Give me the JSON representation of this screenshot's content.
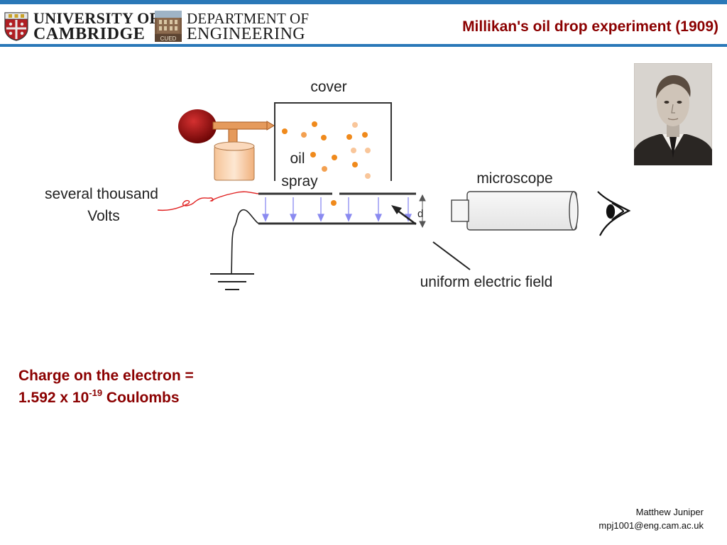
{
  "header": {
    "university_line1": "UNIVERSITY OF",
    "university_line2": "CAMBRIDGE",
    "department_line1": "DEPARTMENT OF",
    "department_line2": "ENGINEERING",
    "crest_text": "CUED",
    "title": "Millikan's oil drop experiment (1909)"
  },
  "diagram": {
    "cover_label": "cover",
    "oil_label": "oil",
    "spray_label": "spray",
    "volts_line1": "several thousand",
    "volts_line2": "Volts",
    "microscope_label": "microscope",
    "d_label": "d",
    "field_label": "uniform electric field"
  },
  "result": {
    "line1": "Charge on the electron =",
    "value": "1.592 x 10",
    "exponent": "-19",
    "unit": " Coulombs"
  },
  "footer": {
    "author": "Matthew Juniper",
    "email": "mpj1001@eng.cam.ac.uk"
  },
  "colors": {
    "title": "#8b0000",
    "rule": "#2a78b8",
    "droplet": "#f08a1c",
    "bulb": "#9b0d0d",
    "field_arrows": "#8a8af0",
    "wire": "#e02020"
  }
}
